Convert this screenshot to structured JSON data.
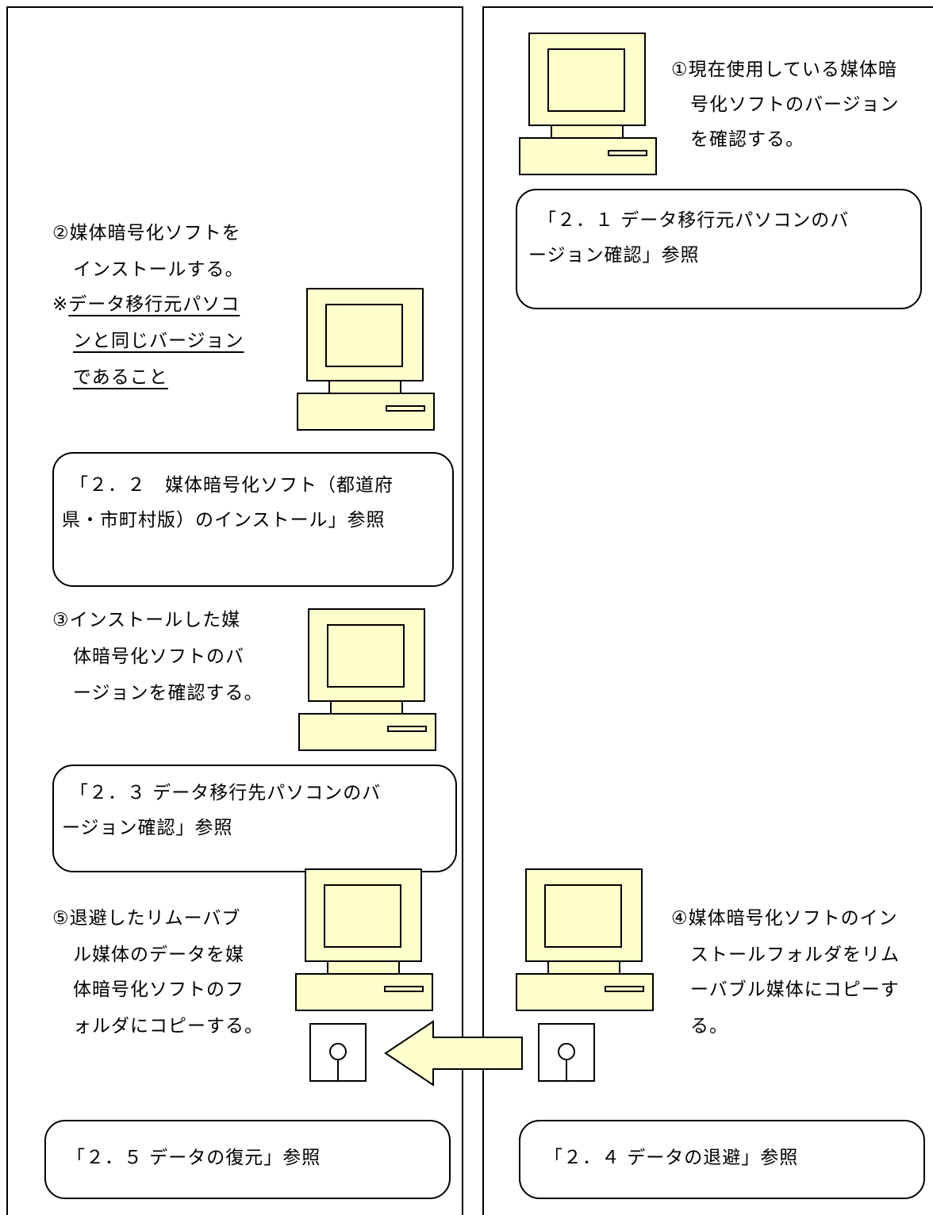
{
  "steps": {
    "s1": {
      "lines": [
        "①現在使用している媒体暗",
        "号化ソフトのバージョン",
        "を確認する。"
      ]
    },
    "s2": {
      "lines": [
        "②媒体暗号化ソフトを",
        "インストールする。"
      ],
      "note_prefix": "※",
      "note_lines": [
        "データ移行元パソコ",
        "ンと同じバージョン",
        "であること"
      ]
    },
    "s3": {
      "lines": [
        "③インストールした媒",
        "体暗号化ソフトのバ",
        "ージョンを確認する。"
      ]
    },
    "s4": {
      "lines": [
        "④媒体暗号化ソフトのイン",
        "ストールフォルダをリム",
        "ーバブル媒体にコピーす",
        "る。"
      ]
    },
    "s5": {
      "lines": [
        "⑤退避したリムーバブ",
        "ル媒体のデータを媒",
        "体暗号化ソフトのフ",
        "ォルダにコピーする。"
      ]
    }
  },
  "refs": {
    "r21": [
      "「２．１ データ移行元パソコンのバ",
      "ージョン確認」参照"
    ],
    "r22": [
      "「２．２　媒体暗号化ソフト（都道府",
      "県・市町村版）のインストール」参照"
    ],
    "r23": [
      "「２．３ データ移行先パソコンのバ",
      "ージョン確認」参照"
    ],
    "r24": [
      "「２．４ データの退避」参照"
    ],
    "r25": [
      "「２．５ データの復元」参照"
    ]
  },
  "colors": {
    "pc_fill": "#ffffcc",
    "arrow_fill": "#ffffcc",
    "border": "#000000"
  },
  "icons": {
    "computer": "computer-icon",
    "removable_media": "removable-media-icon",
    "arrow": "left-arrow-icon"
  }
}
